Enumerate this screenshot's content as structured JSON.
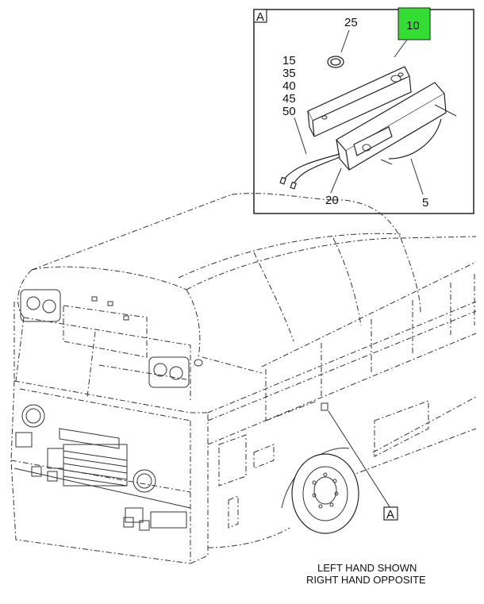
{
  "detail_view": {
    "tag": "A",
    "callouts": {
      "c25": "25",
      "c10": "10",
      "c15": "15",
      "c35": "35",
      "c40": "40",
      "c45": "45",
      "c50": "50",
      "c20": "20",
      "c5": "5"
    },
    "highlight_color": "#33dd33"
  },
  "main_view": {
    "ref_tag": "A"
  },
  "caption": {
    "line1": "LEFT HAND SHOWN",
    "line2": "RIGHT HAND OPPOSITE"
  }
}
